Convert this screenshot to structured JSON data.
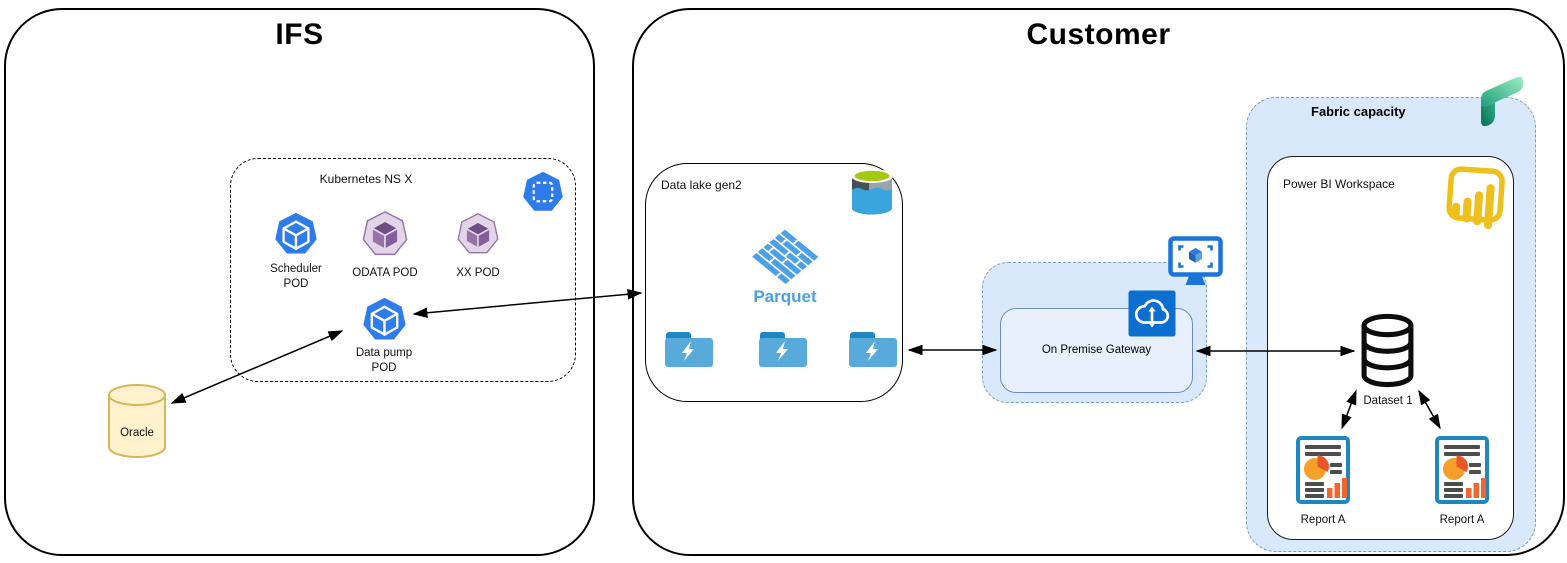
{
  "ifs": {
    "title": "IFS",
    "kubernetes": {
      "label": "Kubernetes NS X",
      "scheduler_pod": "Scheduler POD",
      "odata_pod": "ODATA POD",
      "xx_pod": "XX POD",
      "datapump_pod": "Data pump POD"
    },
    "oracle": "Oracle"
  },
  "customer": {
    "title": "Customer",
    "datalake": {
      "label": "Data lake gen2",
      "parquet": "Parquet"
    },
    "gateway": "On Premise Gateway",
    "fabric": {
      "label": "Fabric capacity",
      "workspace": {
        "label": "Power BI Workspace",
        "dataset": "Dataset 1",
        "report_left": "Report A",
        "report_right": "Report A"
      }
    }
  },
  "icons": {
    "scheduler_pod": "kubernetes-pod-blue",
    "odata_pod": "kubernetes-pod-purple",
    "xx_pod": "kubernetes-pod-purple",
    "namespace": "kubernetes-namespace",
    "datapump_pod": "kubernetes-pod-blue",
    "oracle": "database-cylinder",
    "datalake": "azure-data-lake-storage",
    "parquet": "parquet-logo",
    "folders": "folder-lightning",
    "gateway_cloud": "cloud-sync",
    "gateway_vm": "monitor-cube",
    "fabric": "microsoft-fabric",
    "powerbi": "power-bi",
    "dataset": "database-stack",
    "report": "report-document"
  },
  "colors": {
    "k8s_blue": "#2e7ceb",
    "pod_purple_fill": "#e1d5e7",
    "pod_purple_dark": "#9673a6",
    "oracle_fill": "#fff2cc",
    "oracle_border": "#d6b656",
    "folder_body": "#58aada",
    "folder_tab": "#1e87c2",
    "parquet_blue": "#4ba0e8",
    "container_blue_fill": "#dae8fc",
    "container_blue_border": "#6c8ebf",
    "azure_blue": "#0b6fd0",
    "powerbi_gold": "#eec01c",
    "fabric_green": "#1f9e7b",
    "report_orange": "#f2652f",
    "report_border": "#1e87c2",
    "adls_green": "#a4c90e",
    "adls_blue": "#38a5dc"
  }
}
